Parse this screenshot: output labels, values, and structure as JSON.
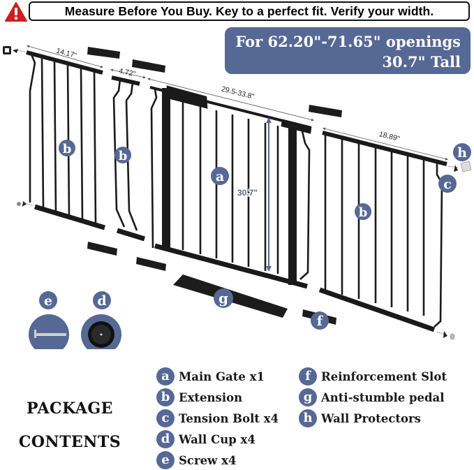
{
  "warning": {
    "icon": "warning-triangle-icon",
    "text": "Measure Before You Buy. Key to a perfect fit. Verify your width.",
    "icon_color": "#cc1f1f"
  },
  "spec_box": {
    "line1": "For 62.20\"-71.65\" openings",
    "line2": "30.7\" Tall",
    "background": "#566894"
  },
  "illustration": {
    "dimensions": {
      "extension_large_left": "14.17\"",
      "extension_small": "4.72\"",
      "main_gate_width": "29.5-33.8\"",
      "extension_right": "18.89\"",
      "height": "30.7\""
    },
    "callouts": [
      "b",
      "b",
      "a",
      "b",
      "c",
      "h",
      "g",
      "f"
    ],
    "detail_circles": [
      {
        "letter": "e",
        "item": "screw"
      },
      {
        "letter": "d",
        "item": "wall cup"
      }
    ]
  },
  "package_contents": {
    "title_line1": "PACKAGE",
    "title_line2": "CONTENTS",
    "items": [
      {
        "letter": "a",
        "label": "Main Gate x1"
      },
      {
        "letter": "b",
        "label": "Extension"
      },
      {
        "letter": "c",
        "label": "Tension Bolt x4"
      },
      {
        "letter": "d",
        "label": "Wall Cup x4"
      },
      {
        "letter": "e",
        "label": "Screw x4"
      },
      {
        "letter": "f",
        "label": "Reinforcement Slot"
      },
      {
        "letter": "g",
        "label": "Anti-stumble pedal"
      },
      {
        "letter": "h",
        "label": "Wall Protectors"
      }
    ]
  },
  "colors": {
    "accent": "#566894",
    "gate": "#1a1a1a",
    "text": "#111111"
  }
}
